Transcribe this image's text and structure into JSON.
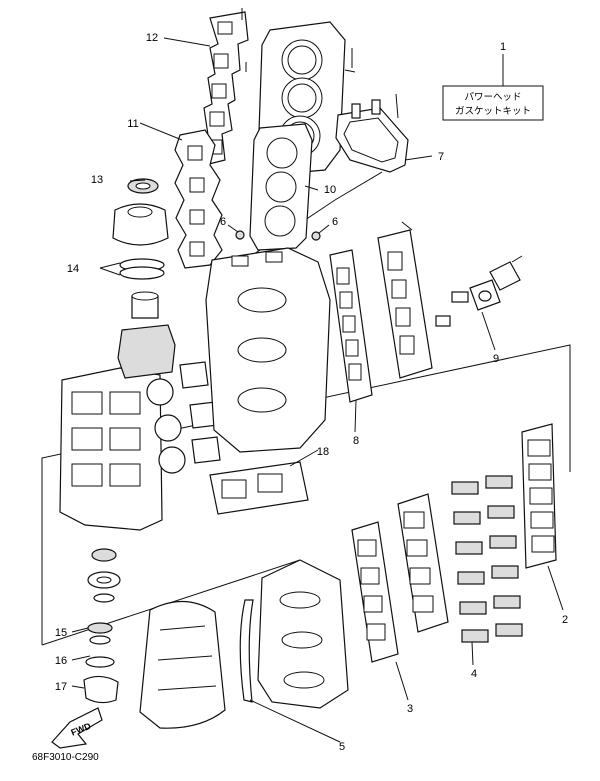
{
  "callouts": [
    {
      "n": "1"
    },
    {
      "n": "2"
    },
    {
      "n": "3"
    },
    {
      "n": "4"
    },
    {
      "n": "5"
    },
    {
      "n": "6"
    },
    {
      "n": "6"
    },
    {
      "n": "7"
    },
    {
      "n": "8"
    },
    {
      "n": "9"
    },
    {
      "n": "10"
    },
    {
      "n": "11"
    },
    {
      "n": "12"
    },
    {
      "n": "13"
    },
    {
      "n": "14"
    },
    {
      "n": "15"
    },
    {
      "n": "16"
    },
    {
      "n": "17"
    },
    {
      "n": "18"
    }
  ],
  "kit_label": {
    "line1": "パワーヘッド",
    "line2": "ガスケットキット"
  },
  "fwd_label": "FWD",
  "drawing_code": "68F3010-C290"
}
